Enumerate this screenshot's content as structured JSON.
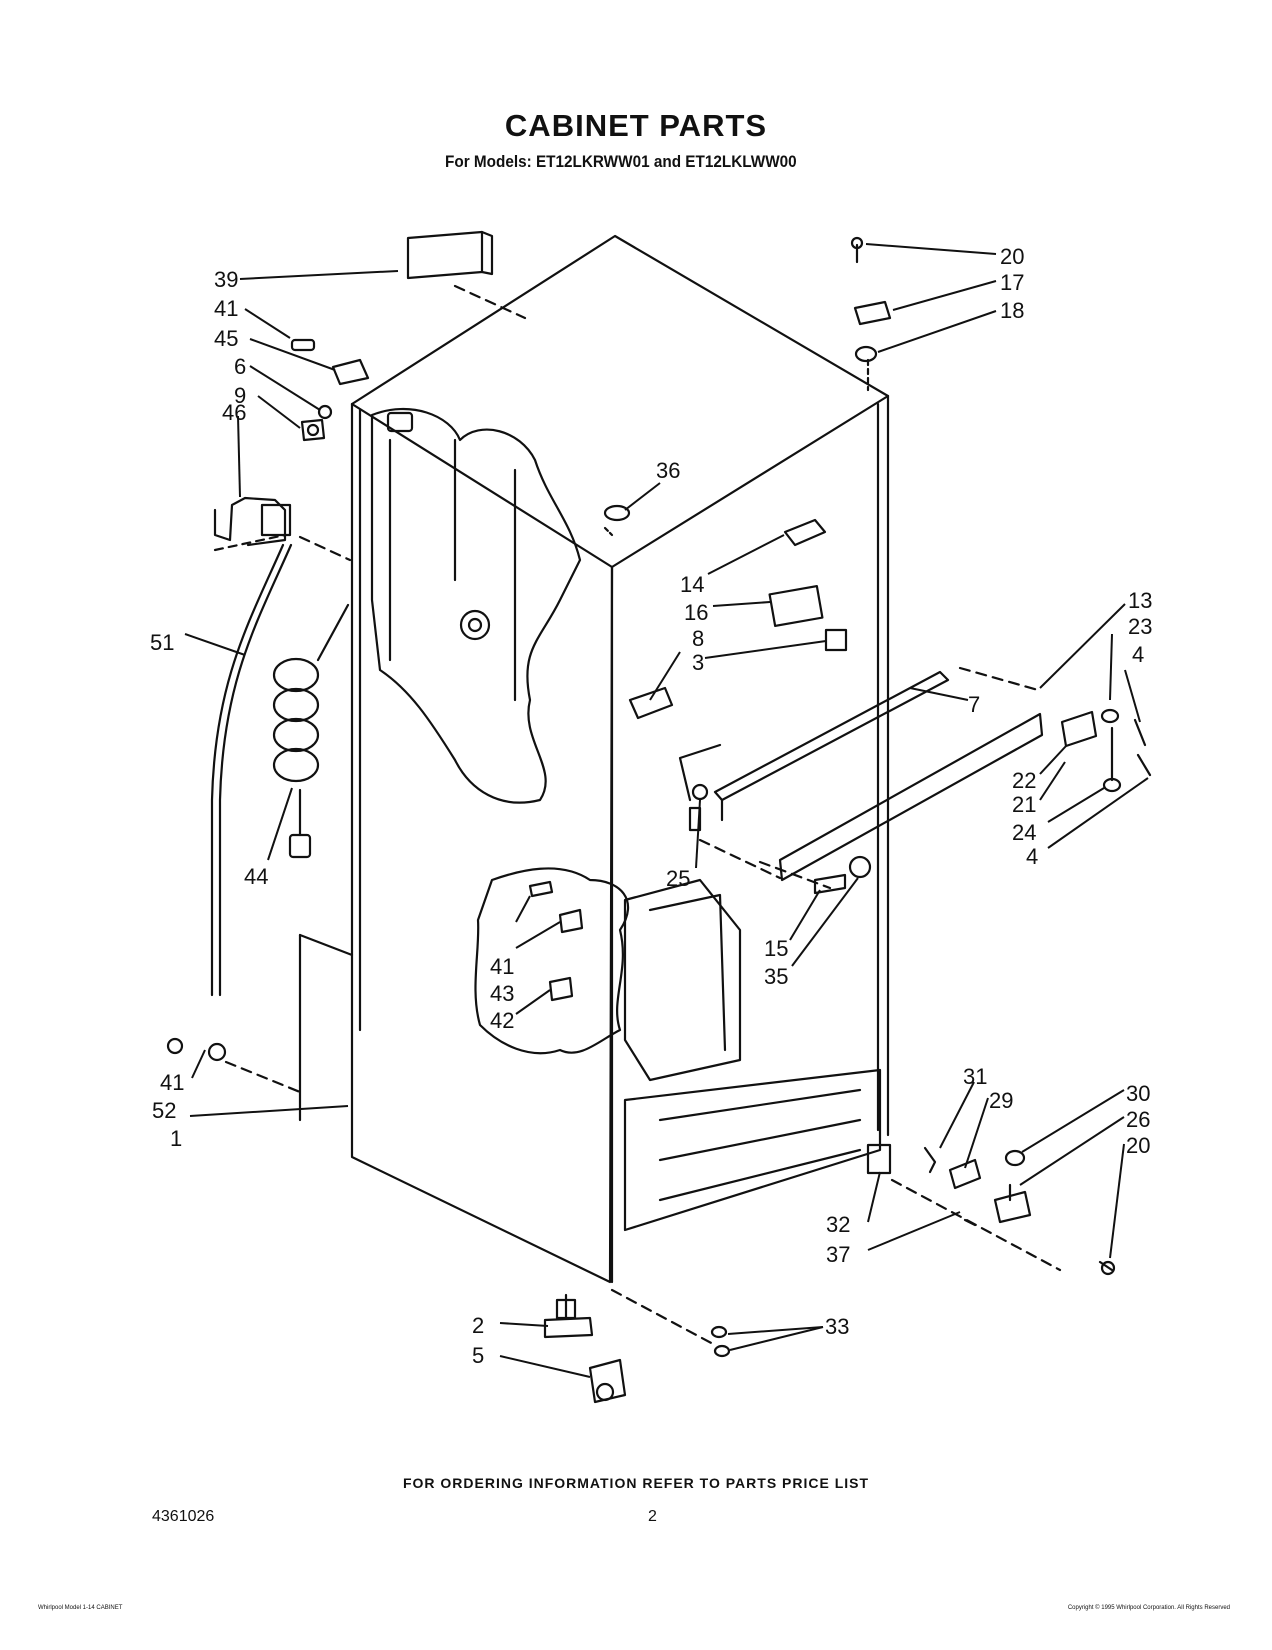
{
  "header": {
    "title": "CABINET PARTS",
    "subtitle": "For Models: ET12LKRWW01 and ET12LKLWW00"
  },
  "callouts": [
    {
      "id": "c39",
      "label": "39"
    },
    {
      "id": "c41a",
      "label": "41"
    },
    {
      "id": "c45",
      "label": "45"
    },
    {
      "id": "c6",
      "label": "6"
    },
    {
      "id": "c9",
      "label": "9"
    },
    {
      "id": "c46",
      "label": "46"
    },
    {
      "id": "c51",
      "label": "51"
    },
    {
      "id": "c44",
      "label": "44"
    },
    {
      "id": "c41b",
      "label": "41"
    },
    {
      "id": "c52",
      "label": "52"
    },
    {
      "id": "c1",
      "label": "1"
    },
    {
      "id": "c2",
      "label": "2"
    },
    {
      "id": "c5",
      "label": "5"
    },
    {
      "id": "c33",
      "label": "33"
    },
    {
      "id": "c36",
      "label": "36"
    },
    {
      "id": "c14",
      "label": "14"
    },
    {
      "id": "c16",
      "label": "16"
    },
    {
      "id": "c8",
      "label": "8"
    },
    {
      "id": "c3",
      "label": "3"
    },
    {
      "id": "c20a",
      "label": "20"
    },
    {
      "id": "c17",
      "label": "17"
    },
    {
      "id": "c18",
      "label": "18"
    },
    {
      "id": "c13",
      "label": "13"
    },
    {
      "id": "c23",
      "label": "23"
    },
    {
      "id": "c4a",
      "label": "4"
    },
    {
      "id": "c7",
      "label": "7"
    },
    {
      "id": "c22",
      "label": "22"
    },
    {
      "id": "c21",
      "label": "21"
    },
    {
      "id": "c24",
      "label": "24"
    },
    {
      "id": "c4b",
      "label": "4"
    },
    {
      "id": "c25",
      "label": "25"
    },
    {
      "id": "c15",
      "label": "15"
    },
    {
      "id": "c35",
      "label": "35"
    },
    {
      "id": "c41c",
      "label": "41"
    },
    {
      "id": "c43",
      "label": "43"
    },
    {
      "id": "c42",
      "label": "42"
    },
    {
      "id": "c31",
      "label": "31"
    },
    {
      "id": "c29",
      "label": "29"
    },
    {
      "id": "c30",
      "label": "30"
    },
    {
      "id": "c26",
      "label": "26"
    },
    {
      "id": "c20b",
      "label": "20"
    },
    {
      "id": "c32",
      "label": "32"
    },
    {
      "id": "c37",
      "label": "37"
    }
  ],
  "footer": {
    "ordering_note": "FOR ORDERING INFORMATION REFER TO PARTS PRICE LIST",
    "doc_number": "4361026",
    "page_number": "2",
    "small_left": "Whirlpool Model 1-14 CABINET",
    "small_right": "Copyright © 1995 Whirlpool Corporation. All Rights Reserved"
  }
}
